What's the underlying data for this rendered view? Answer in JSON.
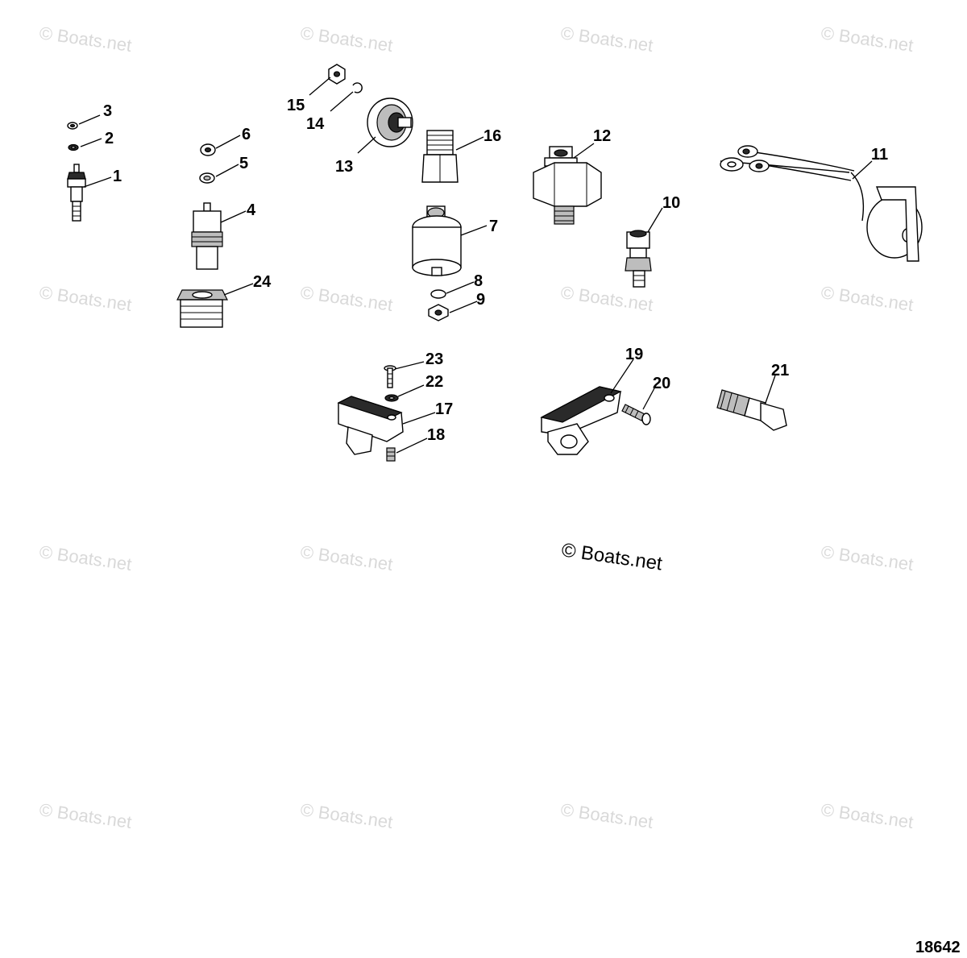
{
  "watermark": {
    "text": "© Boats.net",
    "main_text": "© Boats.net"
  },
  "diagram_id": "18642",
  "callouts": [
    "1",
    "2",
    "3",
    "4",
    "5",
    "6",
    "7",
    "8",
    "9",
    "10",
    "11",
    "12",
    "13",
    "14",
    "15",
    "16",
    "17",
    "18",
    "19",
    "20",
    "21",
    "22",
    "23",
    "24"
  ]
}
